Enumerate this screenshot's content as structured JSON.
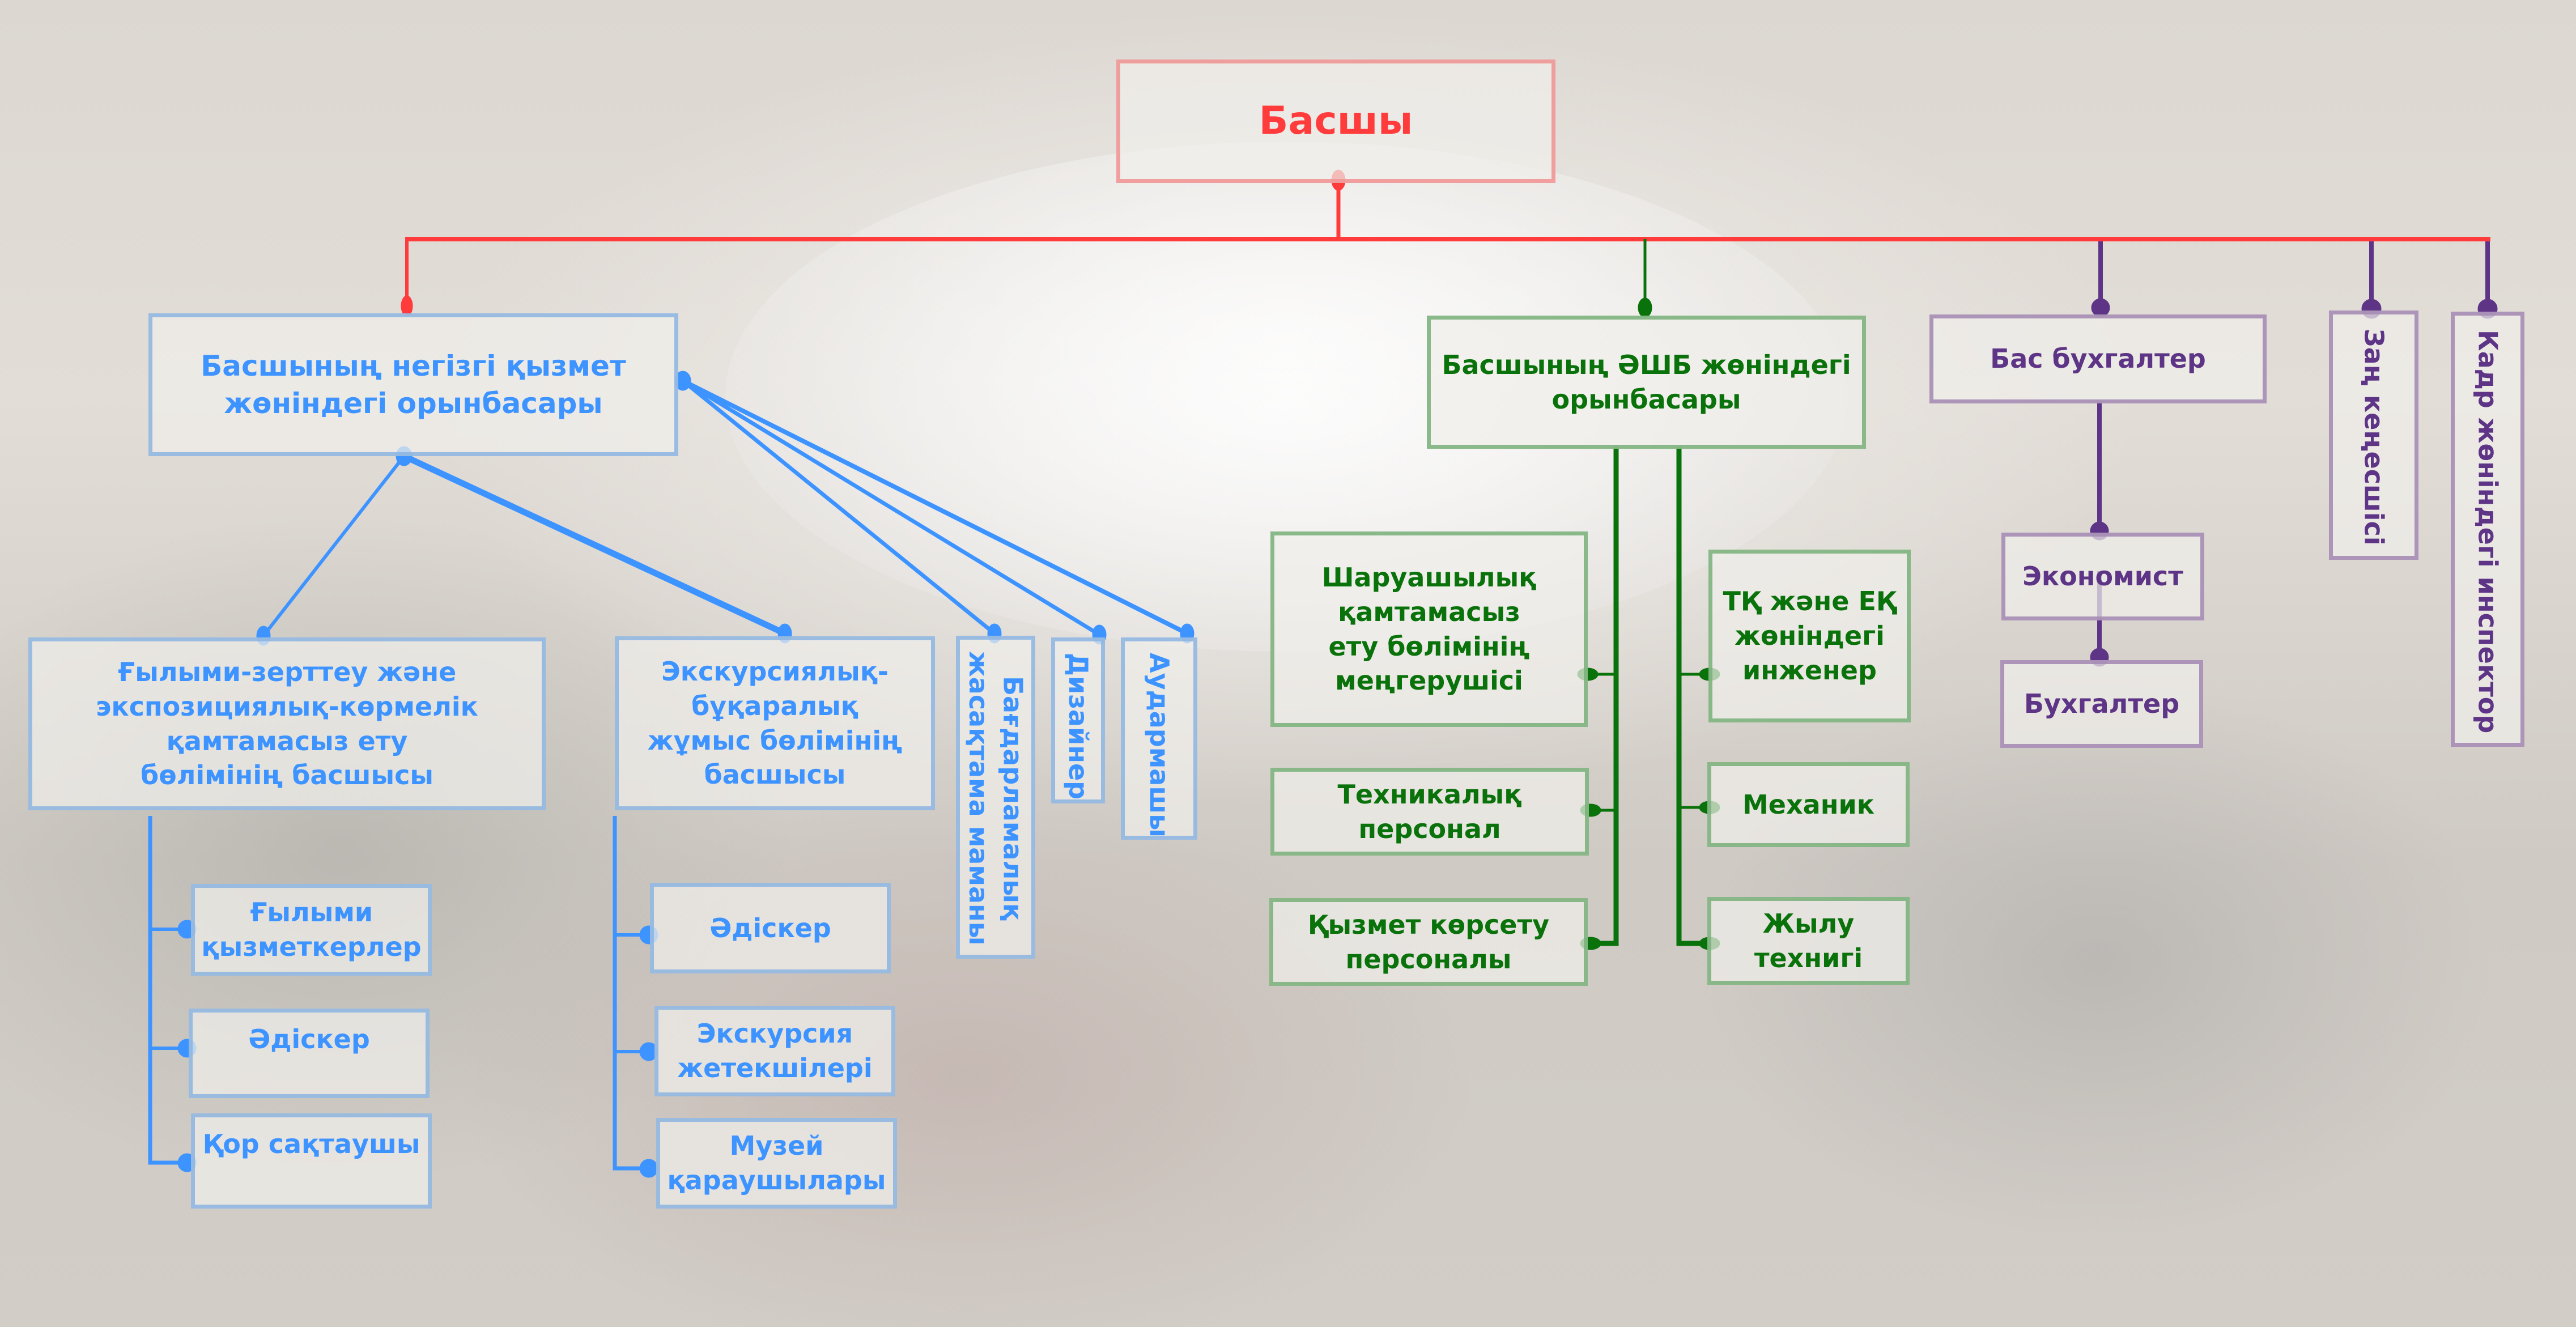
{
  "colors": {
    "head": "#ff3b3b",
    "main_branch": "#3d93ff",
    "economic_branch": "#0a720a",
    "finance_branch": "#5e3586"
  },
  "head": {
    "label": "Басшы"
  },
  "main_deputy": {
    "label": "Басшының негізгі қызмет\nжөніндегі орынбасары",
    "research_dept": {
      "label": "Ғылыми-зерттеу және\nэкспозициялық-көрмелік\nқамтамасыз ету\nбөлімінің басшысы",
      "staff": [
        "Ғылыми\nқызметкерлер",
        "Әдіскер",
        "Қор сақтаушы"
      ]
    },
    "excursion_dept": {
      "label": "Экскурсиялық-\nбұқаралық\nжұмыс бөлімінің\nбасшысы",
      "staff": [
        "Әдіскер",
        "Экскурсия\nжетекшілері",
        "Музей\nқараушылары"
      ]
    },
    "direct_reports": [
      "Бағдарламалық\nжасақтама маманы",
      "Дизайнер",
      "Аудармашы"
    ]
  },
  "economic_deputy": {
    "label": "Басшының ӘШБ жөніндегі\nорынбасары",
    "left_reports": [
      "Шаруашылық\nқамтамасыз\nету бөлімінің\nмеңгерушісі",
      "Техникалық\nперсонал",
      "Қызмет көрсету\nперсоналы"
    ],
    "right_reports": [
      "ТҚ және ЕҚ\nжөніндегі\nинженер",
      "Механик",
      "Жылу\nтехнигі"
    ]
  },
  "chief_accountant": {
    "label": "Бас бухгалтер",
    "reports": [
      "Экономист",
      "Бухгалтер"
    ]
  },
  "legal_advisor": {
    "label": "Заң кеңесшісі"
  },
  "hr_inspector": {
    "label": "Кадр жөніндегі инспектор"
  }
}
